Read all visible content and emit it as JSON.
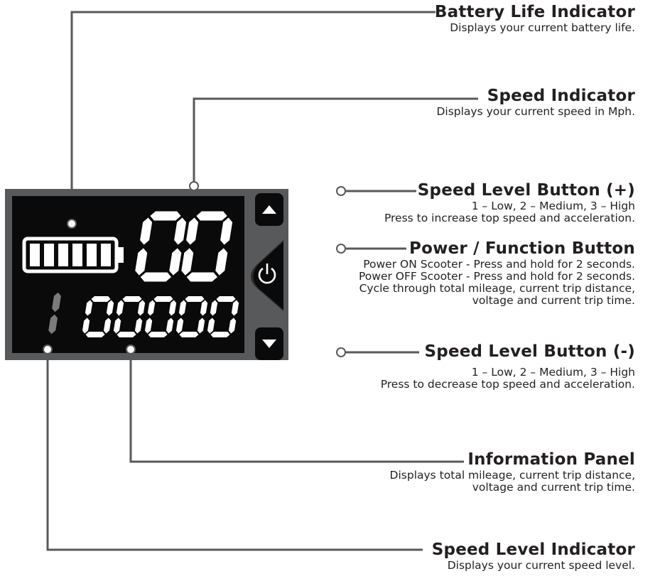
{
  "display": {
    "speed_digits": [
      "0",
      "0"
    ],
    "level_digit": "1",
    "info_digits": [
      "0",
      "0",
      "0",
      "0",
      "0"
    ],
    "battery_bars": 6
  },
  "callouts": {
    "battery_life": {
      "title": "Battery Life Indicator",
      "desc": [
        "Displays your current battery life."
      ]
    },
    "speed_indicator": {
      "title": "Speed Indicator",
      "desc": [
        "Displays your current speed in Mph."
      ]
    },
    "speed_up": {
      "title": "Speed Level Button (+)",
      "desc": [
        "1 – Low, 2 – Medium, 3 – High",
        "Press to increase top speed and acceleration."
      ]
    },
    "power_function": {
      "title": "Power / Function Button",
      "desc": [
        "Power ON Scooter - Press and hold for 2 seconds.",
        "Power OFF Scooter - Press and hold for 2 seconds.",
        "Cycle through total mileage, current trip distance,",
        "voltage and current trip time."
      ]
    },
    "speed_down": {
      "title": "Speed Level Button (-)",
      "desc": [
        "1 – Low, 2 – Medium, 3 – High",
        "Press to decrease top speed and acceleration."
      ]
    },
    "information_panel": {
      "title": "Information Panel",
      "desc": [
        "Displays total mileage, current trip distance,",
        "voltage and current trip time."
      ]
    },
    "speed_level": {
      "title": "Speed Level Indicator",
      "desc": [
        "Displays your current speed level."
      ]
    }
  },
  "colors": {
    "bezel": "#58595b",
    "screen": "#0a0a0a",
    "segment_on": "#ffffff",
    "segment_dim": "#7a7b7d",
    "line": "#58595b",
    "text": "#231f20"
  }
}
